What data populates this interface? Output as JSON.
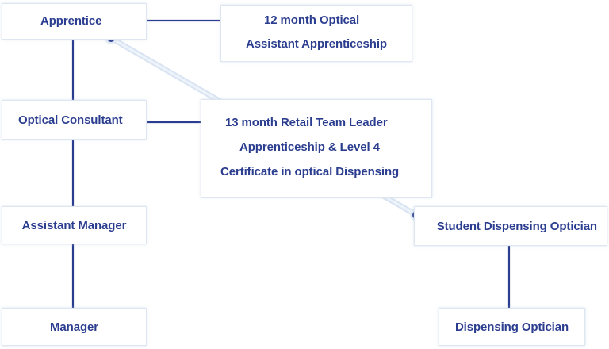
{
  "career_path": {
    "apprentice": "Apprentice",
    "optical_consultant": "Optical Consultant",
    "assistant_manager": "Assistant Manager",
    "manager": "Manager"
  },
  "programmes": {
    "optical_assistant": [
      "12 month Optical",
      "Assistant Apprenticeship"
    ],
    "retail_team_leader": [
      "13 month Retail Team Leader",
      "Apprenticeship & Level 4",
      "Certificate in optical Dispensing"
    ]
  },
  "dispensing_path": {
    "student_dispensing_optician": "Student Dispensing Optician",
    "dispensing_optician": "Dispensing Optician"
  },
  "colors": {
    "text": "#2b3d8f",
    "connector": "#2b3d8f",
    "diagonal_link": "#dbe6f4",
    "box_border": "#dde6f1"
  }
}
